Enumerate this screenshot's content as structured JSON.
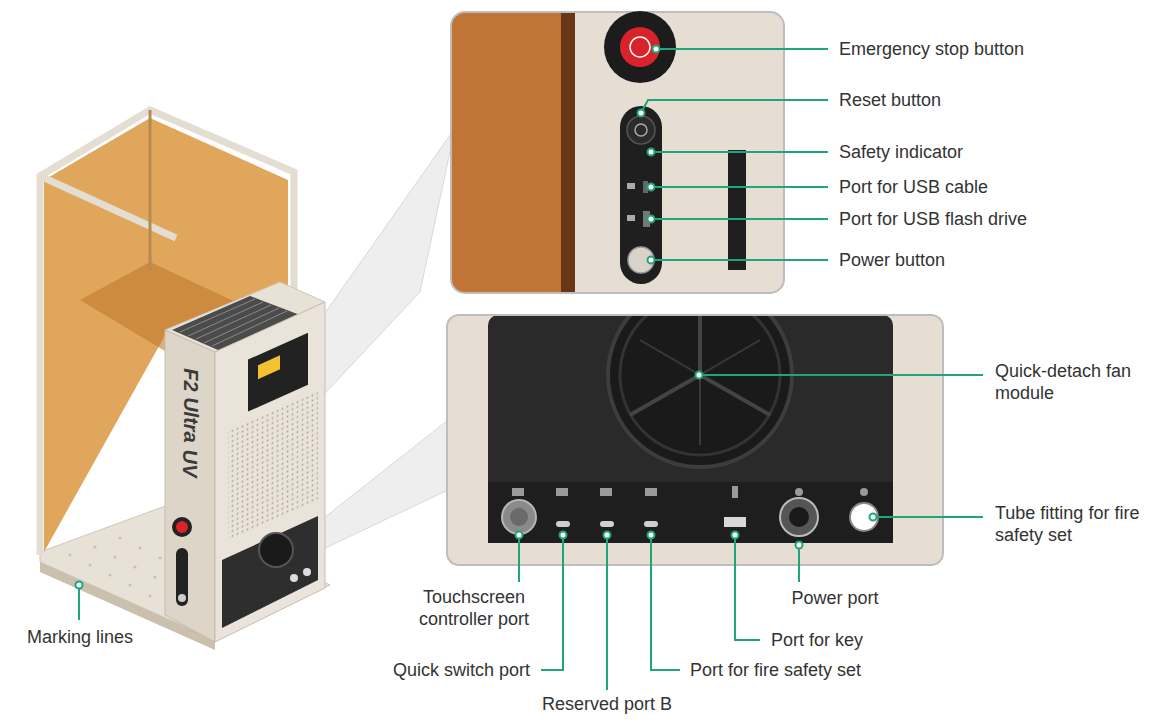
{
  "diagram": {
    "labels": [
      "Emergency stop button",
      "Reset button",
      "Safety indicator",
      "Port for USB cable",
      "Port for USB flash drive",
      "Power button",
      "Quick-detach fan module",
      "Tube fitting for fire safety set",
      "Power port",
      "Port for key",
      "Port for fire safety set",
      "Reserved port B",
      "Quick switch port",
      "Touchscreen controller port",
      "Marking lines",
      "F2 Ultra",
      "UV"
    ]
  }
}
